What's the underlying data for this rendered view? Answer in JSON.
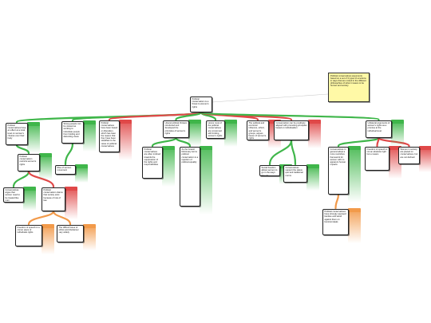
{
  "colors": {
    "green": "#3fb64a",
    "red": "#e04848",
    "orange": "#f29a4a",
    "gray": "#7a7a7a",
    "note_fill": "#fff9a6"
  },
  "note": {
    "text": "Political conservatives arguments based on a set of 3 types of emotions in ways that are rooted in the different philosophies of what it means to be human and society"
  },
  "nodes": {
    "root": "Political conservatism is a threat to women's rights",
    "n1": "Political conservatives have an effect at a local level on women's choices over their body",
    "n2": "Strong people can be viewed as working to intimidate people from holding and defending views",
    "n3": "Political conservatives have been based on liberalism, which has been the reason that they have been steadfast to the views of political conservatives",
    "n4": "Liberal political thinkers introduced and developed the principles of women's rights",
    "n5": "Hence most of the political conservatives are concerned with limiting women's rights",
    "n6": "The political and economic influence, ethnic, and women's groups, argues favour of women's rights",
    "n7": "Conservatism can be positively aligned with promoting principles based on individualism",
    "n8": "Unilateral arguments of women's rights as a promise at the individual level",
    "n9": "Political conservatism restricts women's rights",
    "n10": "Rise of women movement",
    "n11": "Political conservatives are often inclined towards the suppression of the rights and responsibilities",
    "n12": "As the Jewish Dictionary terms political conservatism is a rejection of political equality",
    "n13": "Social freedom allows women to go in the ways they do",
    "n14": "Conservatives support the status quo and traditional norms",
    "n15": "Conservatives in general adopt a more restrictive framework for women with no apparent human impacts",
    "n16": "Freedom of speech is not an absolute right but a means",
    "n17": "Women in society are placed on conservatives, but are not defined",
    "n18": "Conservatives argue that women need to be treated like men",
    "n19": "Political conservatism claims that society exist because of rule of law",
    "n20": "Freedom of speech is a corner piece of individuals rights",
    "n21": "The difficult issue of ethics and disclaimer vary widely",
    "n22": "Political conservatives have strongly opposed families and stood against them on feminist ideals"
  }
}
